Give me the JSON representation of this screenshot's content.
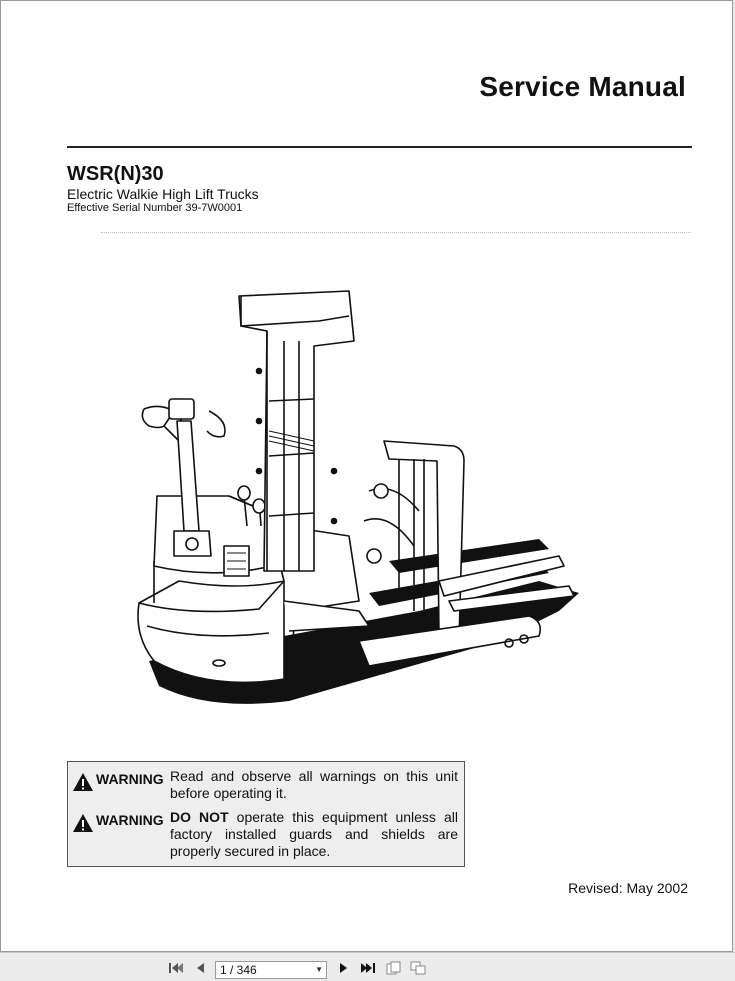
{
  "document": {
    "heading": "Service Manual",
    "model": "WSR(N)30",
    "subtitle": "Electric Walkie High Lift Trucks",
    "serial": "Effective Serial Number 39-7W0001",
    "warnings": [
      {
        "label": "WARNING",
        "text": "Read and observe all warnings on this unit before operating it."
      },
      {
        "label": "WARNING",
        "emphasis": "DO NOT",
        "text": " operate this equipment unless all factory installed guards and shields are properly secured in place."
      }
    ],
    "revised": "Revised: May 2002"
  },
  "viewer": {
    "page_indicator": "1 / 346",
    "icons": [
      "first-page-icon",
      "previous-page-icon",
      "next-page-icon",
      "last-page-icon",
      "single-page-view-icon",
      "two-page-view-icon"
    ]
  },
  "colors": {
    "page": "#ffffff",
    "viewer_bg": "#e9e9e9",
    "warning_box": "#eeeeee",
    "text": "#111111"
  }
}
